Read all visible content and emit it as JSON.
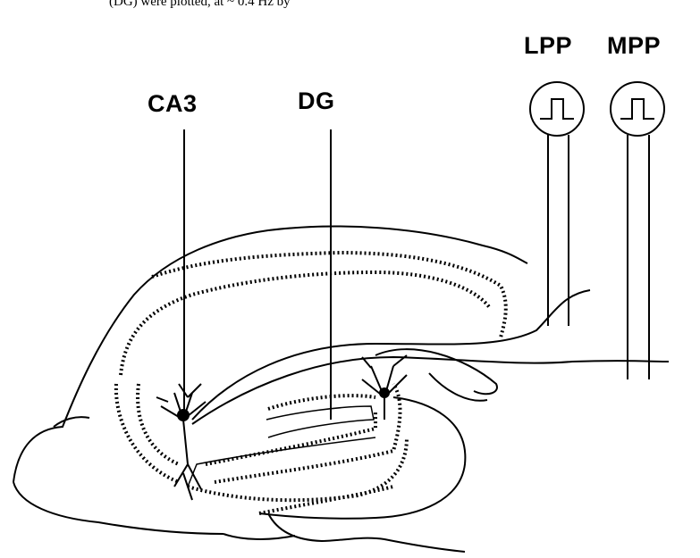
{
  "caption_fragment": "(DG)  were plotted, at ~ 0.4 Hz by",
  "labels": {
    "lpp": "LPP",
    "mpp": "MPP",
    "ca3": "CA3",
    "dg": "DG"
  },
  "stimulators": [
    {
      "name": "LPP",
      "icon": "square-pulse-icon"
    },
    {
      "name": "MPP",
      "icon": "square-pulse-icon"
    }
  ],
  "colors": {
    "line": "#000000",
    "background": "#ffffff"
  }
}
